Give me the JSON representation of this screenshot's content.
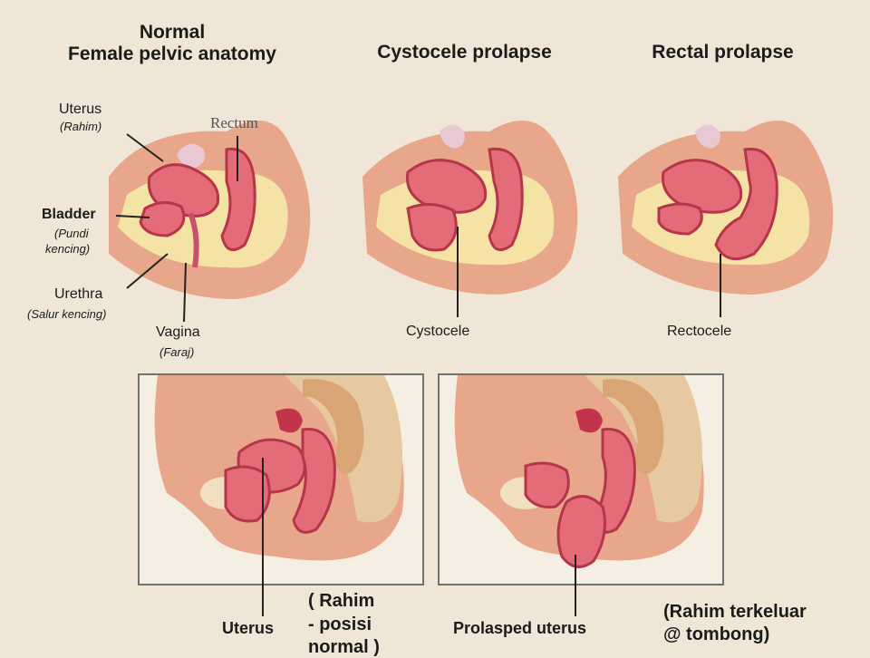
{
  "titles": {
    "normal_line1": "Normal",
    "normal_line2": "Female pelvic anatomy",
    "cystocele": "Cystocele prolapse",
    "rectal": "Rectal prolapse"
  },
  "labels": {
    "uterus": "Uterus",
    "uterus_local": "(Rahim)",
    "rectum": "Rectum",
    "bladder": "Bladder",
    "bladder_local_1": "(Pundi",
    "bladder_local_2": "kencing)",
    "urethra": "Urethra",
    "urethra_local": "(Salur kencing)",
    "vagina": "Vagina",
    "vagina_local": "(Faraj)",
    "cystocele": "Cystocele",
    "rectocele": "Rectocele"
  },
  "bottom": {
    "uterus": "Uterus",
    "uterus_note_1": "( Rahim",
    "uterus_note_2": "- posisi",
    "uterus_note_3": "normal )",
    "prolapsed": "Prolasped uterus",
    "prolapsed_note_1": "(Rahim terkeluar",
    "prolapsed_note_2": "@ tombong)"
  },
  "colors": {
    "background": "#efe6d8",
    "skin": "#e8a68a",
    "fat": "#f4e3a4",
    "organ": "#e46b78",
    "organ_dark": "#b5354a"
  }
}
